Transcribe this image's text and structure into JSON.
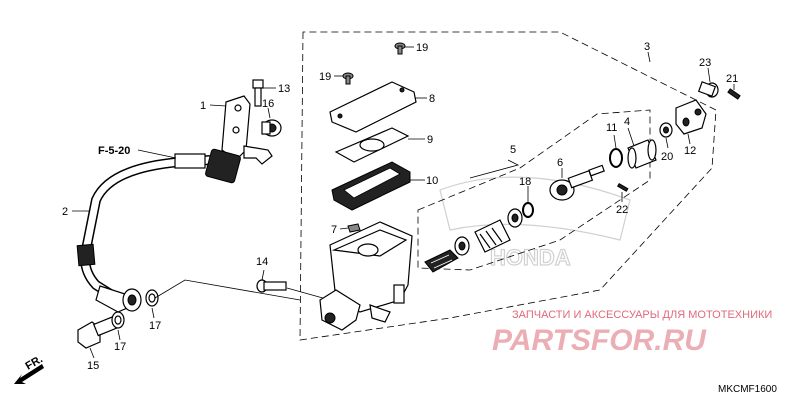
{
  "diagram": {
    "part_numbers": [
      "1",
      "2",
      "3",
      "4",
      "5",
      "6",
      "7",
      "8",
      "9",
      "10",
      "11",
      "12",
      "13",
      "14",
      "15",
      "16",
      "17",
      "17",
      "18",
      "19",
      "19",
      "20",
      "21",
      "22",
      "23"
    ],
    "labels": {
      "p1": "1",
      "p2": "2",
      "p3": "3",
      "p4": "4",
      "p5": "5",
      "p6": "6",
      "p7": "7",
      "p8": "8",
      "p9": "9",
      "p10": "10",
      "p11": "11",
      "p12": "12",
      "p13": "13",
      "p14": "14",
      "p15": "15",
      "p16": "16",
      "p17a": "17",
      "p17b": "17",
      "p18": "18",
      "p19a": "19",
      "p19b": "19",
      "p20": "20",
      "p21": "21",
      "p22": "22",
      "p23": "23"
    },
    "reference": "F-5-20",
    "direction": "FR.",
    "diagram_code": "MKCMF1600"
  },
  "watermark": {
    "tagline": "ЗАПЧАСТИ И АКСЕССУАРЫ ДЛЯ МОТОТЕХНИКИ",
    "brand": "PARTSFOR.RU",
    "brand_color": "#e8a0a8",
    "tagline_color": "#e06a7a"
  }
}
